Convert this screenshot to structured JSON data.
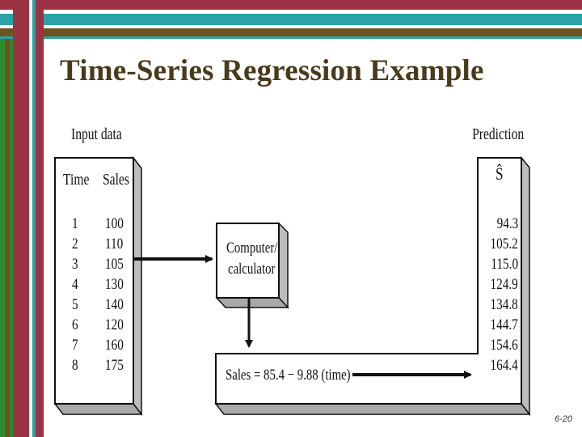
{
  "slide": {
    "title": "Time-Series Regression Example",
    "page_number": "6-20",
    "bar_colors": {
      "maroon": "#9b3344",
      "olive": "#6b5420",
      "green": "#2d8a2d",
      "teal": "#2aa2a7"
    }
  },
  "figure": {
    "input_label": "Input data",
    "prediction_label": "Prediction",
    "table_headers": {
      "time": "Time",
      "sales": "Sales"
    },
    "prediction_header": "Ŝ",
    "time": [
      "1",
      "2",
      "3",
      "4",
      "5",
      "6",
      "7",
      "8"
    ],
    "sales": [
      "100",
      "110",
      "105",
      "130",
      "140",
      "120",
      "160",
      "175"
    ],
    "predictions": [
      "94.3",
      "105.2",
      "115.0",
      "124.9",
      "134.8",
      "144.7",
      "154.6",
      "164.4"
    ],
    "computer_label_line1": "Computer/",
    "computer_label_line2": "calculator",
    "equation": "Sales = 85.4 − 9.88 (time)"
  }
}
